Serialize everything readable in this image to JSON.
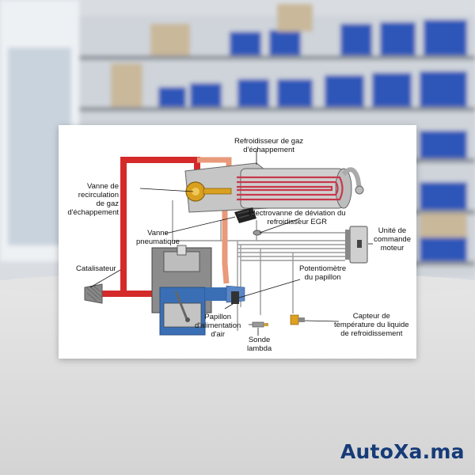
{
  "brand": {
    "name": "AutoXa.ma",
    "color": "#163b78"
  },
  "diagram": {
    "labels": {
      "refroidisseur": [
        "Refroidisseur de gaz",
        "d'échappement"
      ],
      "vanne_egr": [
        "Vanne de",
        "recirculation",
        "de gaz",
        "d'échappement"
      ],
      "electrovanne": [
        "Electrovanne de déviation du",
        "refroidisseur EGR"
      ],
      "unite": [
        "Unité de",
        "commande",
        "moteur"
      ],
      "vanne_pneumatique": [
        "Vanne",
        "pneumatique"
      ],
      "catalisateur": [
        "Catalisateur"
      ],
      "potentiometre": [
        "Potentiomètre",
        "du papillon"
      ],
      "papillon": [
        "Papillon",
        "d'alimentation",
        "d'air"
      ],
      "sonde": [
        "Sonde",
        "lambda"
      ],
      "capteur": [
        "Capteur de",
        "température du liquide",
        "de refroidissement"
      ]
    },
    "colors": {
      "exhaust_hot": "#d42a2a",
      "exhaust_cool": "#e89a7a",
      "intake": "#3a6fb5",
      "wire": "#9a9a9a",
      "metal": "#b9b9b9",
      "valve": "#d9a020"
    }
  }
}
